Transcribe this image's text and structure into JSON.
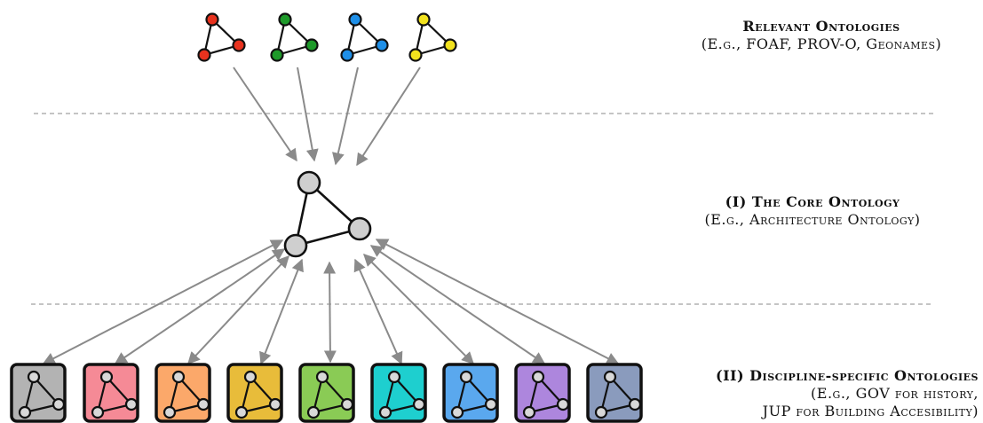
{
  "labels": {
    "relevant": {
      "title": "Relevant Ontologies",
      "subtitle": "(E.g., FOAF, PROV-O, Geonames)"
    },
    "core": {
      "title": "(I) The Core Ontology",
      "subtitle": "(E.g., Architecture Ontology)"
    },
    "discipline": {
      "title": "(II) Discipline-specific Ontologies",
      "line2": "(E.g., GOV for history,",
      "line3": "JUP for Building Accesibility)"
    }
  },
  "colors": {
    "relevant_ontologies": [
      "#e8321e",
      "#1e9a2a",
      "#1e8fe8",
      "#f2e21e"
    ],
    "core_node": "#cfcfcf",
    "discipline_boxes": [
      "#b3b3b3",
      "#f58a96",
      "#fba86a",
      "#e8bc3a",
      "#8acb55",
      "#1ecfcf",
      "#5aa8ee",
      "#ad86dd",
      "#8a9bbd"
    ],
    "arrow": "#8a8a8a",
    "divider": "#a0a0a0"
  }
}
